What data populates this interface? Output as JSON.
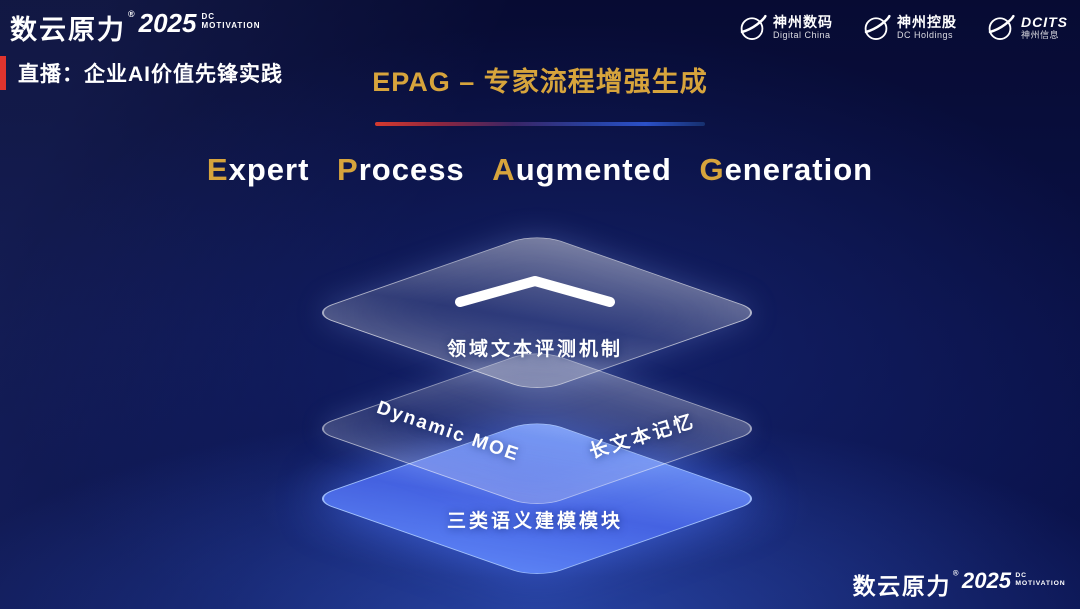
{
  "colors": {
    "gold": "#d7a43c",
    "accent_red": "#e0342e",
    "layer_blue": "#5a82e8",
    "background_navy": "#0a1147"
  },
  "brand": {
    "name": "数云原力",
    "reg": "®",
    "year": "2025",
    "dc_line1": "DC",
    "dc_line2": "MOTIVATION"
  },
  "header": {
    "live_label": "直播：企业AI价值先锋实践",
    "epag_title": "EPAG – 专家流程增强生成",
    "logos": [
      {
        "line1": "神州数码",
        "line2": "Digital China"
      },
      {
        "line1": "神州控股",
        "line2": "DC Holdings"
      },
      {
        "line1": "DCITS",
        "line2": "神州信息"
      }
    ]
  },
  "main": {
    "title_words": [
      {
        "initial": "E",
        "rest": "xpert"
      },
      {
        "initial": "P",
        "rest": "rocess"
      },
      {
        "initial": "A",
        "rest": "ugmented"
      },
      {
        "initial": "G",
        "rest": "eneration"
      }
    ]
  },
  "diagram": {
    "layers": [
      {
        "name": "evaluation-layer",
        "label": "领域文本评测机制"
      },
      {
        "name": "middle-layer",
        "label_left": "Dynamic MOE",
        "label_right": "长文本记忆"
      },
      {
        "name": "modeling-layer",
        "label": "三类语义建模模块"
      }
    ]
  }
}
